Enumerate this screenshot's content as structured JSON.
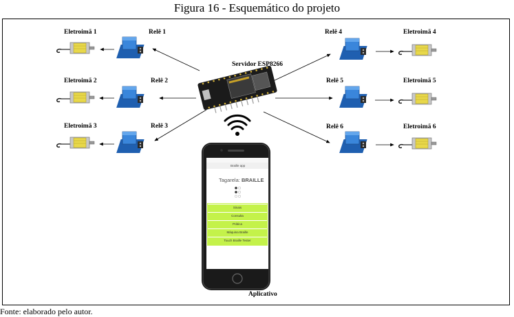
{
  "caption": "Figura 16 - Esquemático do projeto",
  "server_label": "Servidor ESP8266",
  "app_label": "Aplicativo",
  "relays": [
    "Relê 1",
    "Relê 2",
    "Relê 3",
    "Relê 4",
    "Relê 5",
    "Relê 6"
  ],
  "solenoids": [
    "Eletroimã 1",
    "Eletroimã 2",
    "Eletroimã 3",
    "Eletroimã 4",
    "Eletroimã 5",
    "Eletroimã 6"
  ],
  "app": {
    "header": "Braille app",
    "title_prefix": "Tagarela:",
    "title_strong": "BRAILLE",
    "menu": [
      "Sinais",
      "Consulta",
      "Prática",
      "Máquina Braille",
      "Touch Braille Tester"
    ]
  },
  "footer": "Fonte: elaborado pelo autor.",
  "colors": {
    "relay_blue": "#2f72c4",
    "menu_green": "#c4f24a",
    "solenoid_yellow": "#e8d84a",
    "board_black": "#1b1b1b"
  }
}
